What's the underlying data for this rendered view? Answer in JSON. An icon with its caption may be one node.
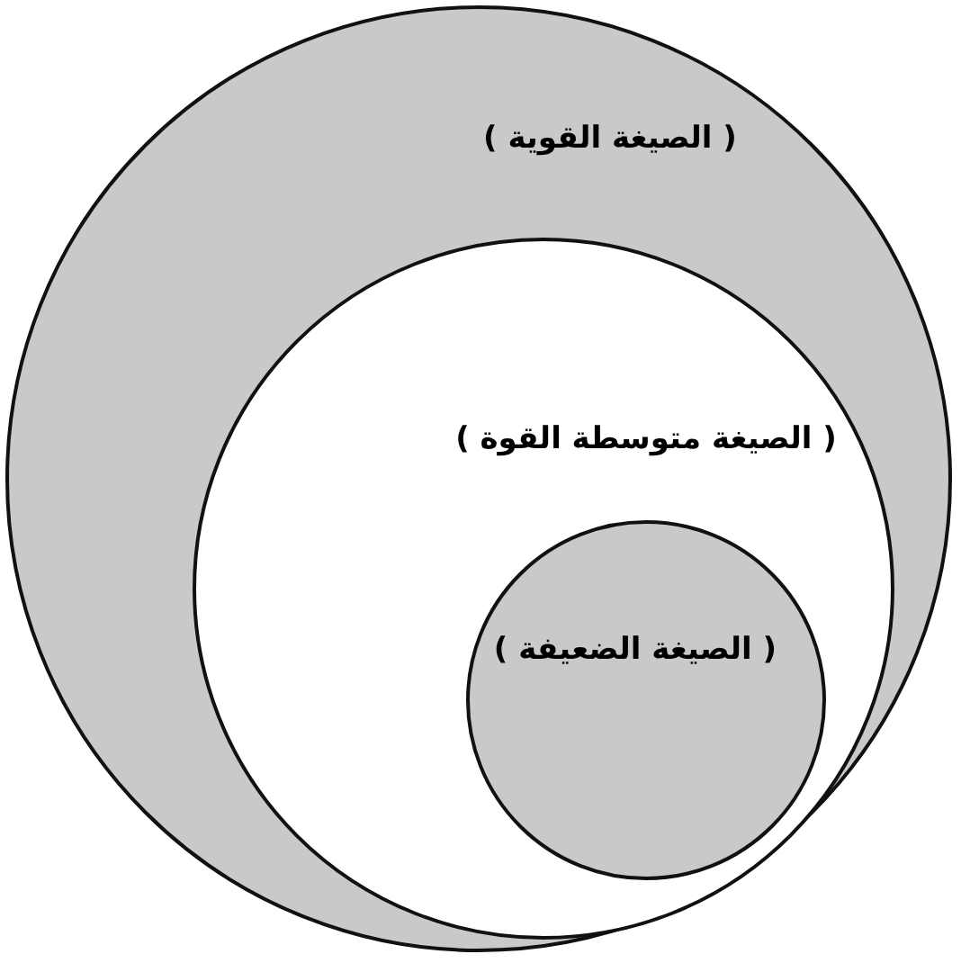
{
  "diagram": {
    "nodes": [
      {
        "text": [
          "( الصيغة القوية )"
        ]
      },
      {
        "text": [
          "( الصيغة متوسطة القوة )"
        ],
        "in": 0
      },
      {
        "text": [
          "( الصيغة الضعيفة )"
        ],
        "in": 1
      }
    ]
  }
}
